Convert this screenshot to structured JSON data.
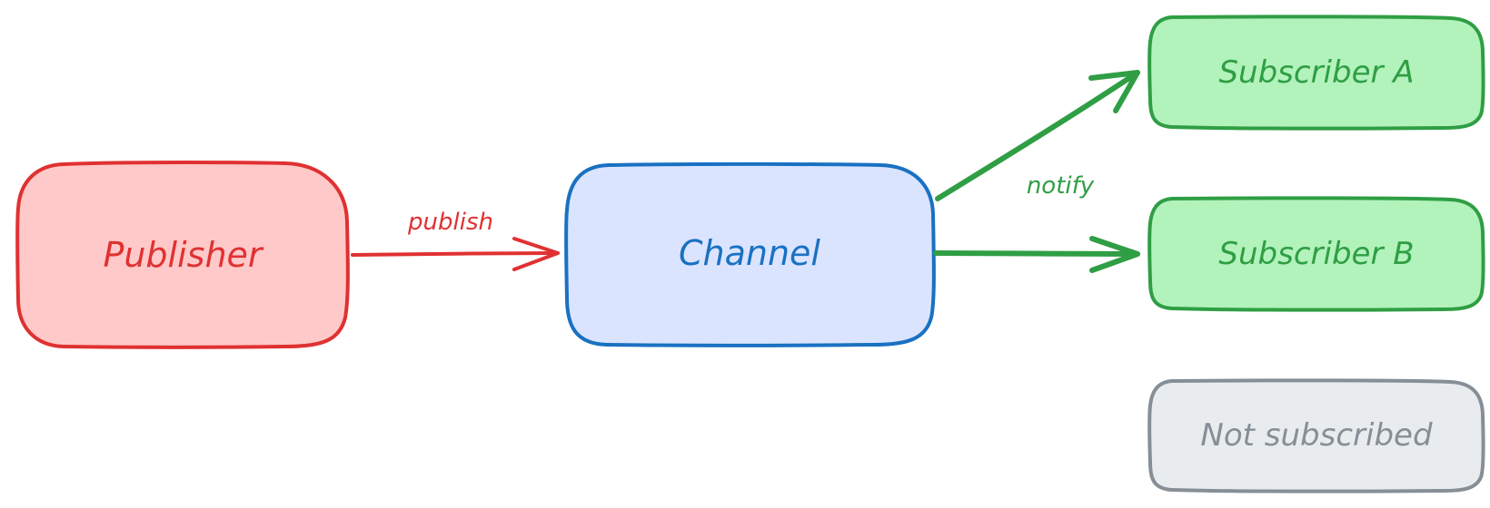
{
  "nodes": {
    "publisher": {
      "label": "Publisher",
      "fill": "#ffc9c9",
      "stroke": "#e03131",
      "text": "#e03131"
    },
    "channel": {
      "label": "Channel",
      "fill": "#dbe4ff",
      "stroke": "#1971c2",
      "text": "#1971c2"
    },
    "subscriber_a": {
      "label": "Subscriber A",
      "fill": "#b2f2bb",
      "stroke": "#2f9e44",
      "text": "#2f9e44"
    },
    "subscriber_b": {
      "label": "Subscriber B",
      "fill": "#b2f2bb",
      "stroke": "#2f9e44",
      "text": "#2f9e44"
    },
    "not_subscribed": {
      "label": "Not subscribed",
      "fill": "#e9ecef",
      "stroke": "#868e96",
      "text": "#868e96"
    }
  },
  "edges": {
    "publish": {
      "label": "publish",
      "color": "#e03131"
    },
    "notify": {
      "label": "notify",
      "color": "#2f9e44"
    }
  }
}
